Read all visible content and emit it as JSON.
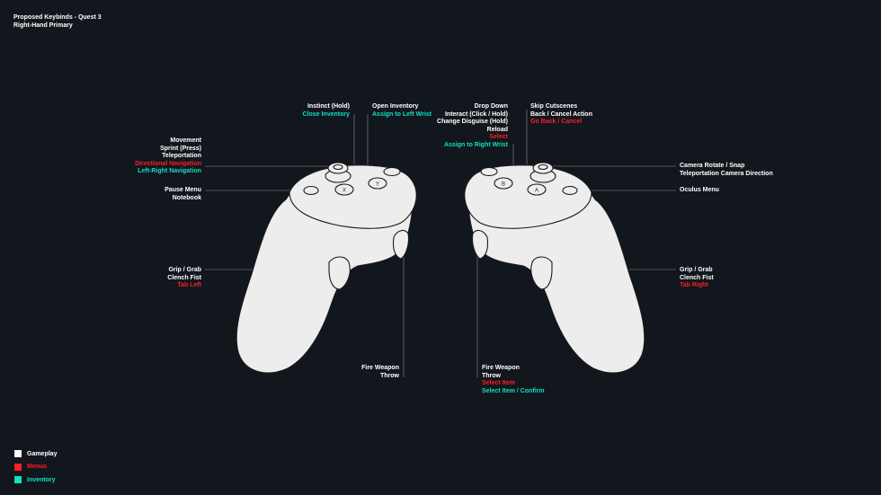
{
  "header": {
    "title": "Proposed Keybinds - Quest 3",
    "subtitle": "Right-Hand Primary"
  },
  "colors": {
    "background": "#12161d",
    "gameplay": "#ffffff",
    "menus": "#ff1d25",
    "inventory": "#10e0c0",
    "controller_fill": "#ededed",
    "controller_stroke": "#1a1a1a"
  },
  "left_controller": {
    "thumbstick": {
      "gameplay": [
        "Movement",
        "Sprint (Press)",
        "Teleportation"
      ],
      "menus": "Directional Navigation",
      "inventory": "Left-Right Navigation"
    },
    "menu_button": {
      "gameplay": [
        "Pause Menu",
        "Notebook"
      ]
    },
    "x_button": {
      "gameplay": "Instinct (Hold)",
      "inventory": "Close Inventory"
    },
    "y_button": {
      "gameplay": "Open Inventory",
      "inventory": "Assign to Left Wrist"
    },
    "grip": {
      "gameplay": [
        "Grip / Grab",
        "Clench Fist"
      ],
      "menus": "Tab Left"
    },
    "trigger": {
      "gameplay": [
        "Fire Weapon",
        "Throw"
      ]
    }
  },
  "right_controller": {
    "a_button": {
      "gameplay": [
        "Skip Cutscenes",
        "Back / Cancel Action"
      ],
      "menus": "Go Back / Cancel"
    },
    "b_button": {
      "gameplay": [
        "Drop Down",
        "Interact (Click / Hold)",
        "Change Disguise (Hold)",
        "Reload"
      ],
      "menus": "Select",
      "inventory": "Assign to Right Wrist"
    },
    "thumbstick": {
      "gameplay": [
        "Camera Rotate / Snap",
        "Teleportation Camera Direction"
      ]
    },
    "oculus_button": {
      "gameplay": "Oculus Menu"
    },
    "grip": {
      "gameplay": [
        "Grip / Grab",
        "Clench Fist"
      ],
      "menus": "Tab Right"
    },
    "trigger": {
      "gameplay": [
        "Fire Weapon",
        "Throw"
      ],
      "menus": "Select Item",
      "inventory": "Select Item / Confirm"
    }
  },
  "button_glyphs": {
    "x": "X",
    "y": "Y",
    "a": "A",
    "b": "B"
  },
  "legend": [
    {
      "label": "Gameplay",
      "color": "#ffffff"
    },
    {
      "label": "Menus",
      "color": "#ff1d25"
    },
    {
      "label": "Inventory",
      "color": "#10e0c0"
    }
  ]
}
